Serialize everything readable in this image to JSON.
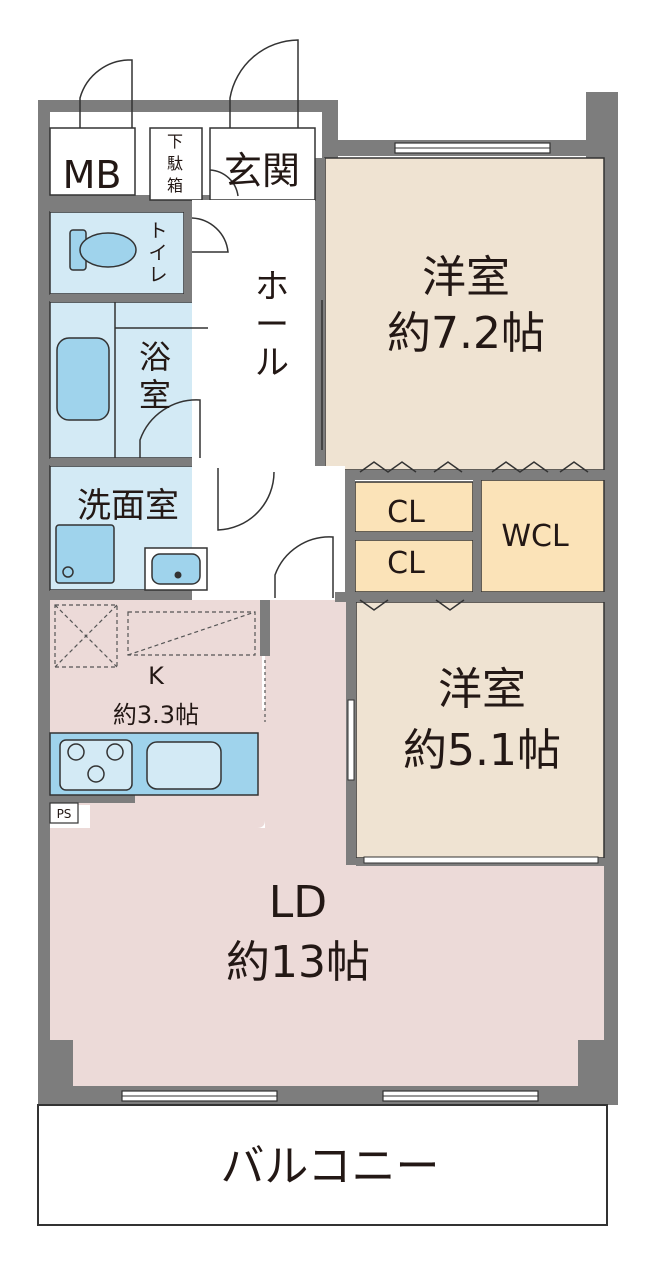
{
  "rooms": {
    "mb": "MB",
    "shoebox": [
      "下",
      "駄",
      "箱"
    ],
    "entrance": "玄関",
    "hall": [
      "ホ",
      "ー",
      "ル"
    ],
    "toilet": [
      "ト",
      "イ",
      "レ"
    ],
    "bath": [
      "浴",
      "室"
    ],
    "washroom": "洗面室",
    "western1": {
      "name": "洋室",
      "size": "約7.2帖"
    },
    "cl1": "CL",
    "cl2": "CL",
    "wcl": "WCL",
    "western2": {
      "name": "洋室",
      "size": "約5.1帖"
    },
    "kitchen": {
      "name": "K",
      "size": "約3.3帖"
    },
    "ps": "PS",
    "ld": {
      "name": "LD",
      "size": "約13帖"
    },
    "balcony": "バルコニー"
  },
  "colors": {
    "wall": "#7d7d7d",
    "western": "#efe3d2",
    "closet": "#fbe3b8",
    "wet": "#d3eaf5",
    "ld": "#ecdad8",
    "fixture": "#9fd3ec"
  }
}
